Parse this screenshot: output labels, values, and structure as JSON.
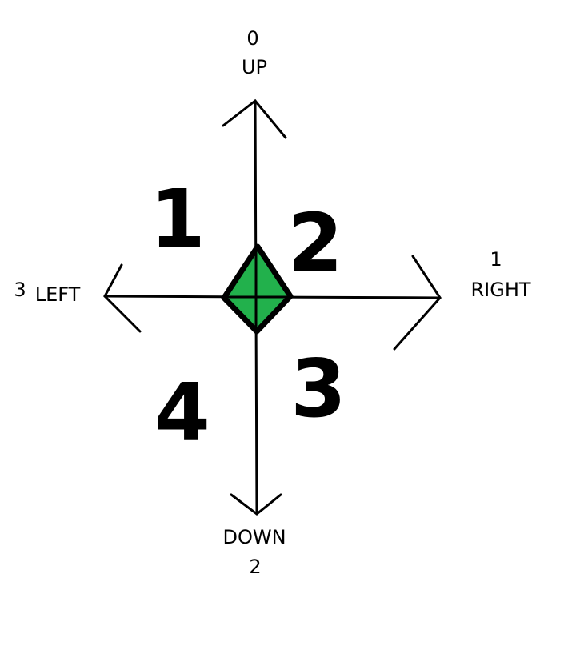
{
  "labels": {
    "up_number": "0",
    "up_word": "UP",
    "right_number": "1",
    "right_word": "RIGHT",
    "down_word": "DOWN",
    "down_number": "2",
    "left_number": "3",
    "left_word": "LEFT"
  },
  "quadrants": {
    "top_left": "1",
    "top_right": "2",
    "bottom_right": "3",
    "bottom_left": "4"
  },
  "colors": {
    "stroke": "#000000",
    "diamond_fill": "#22b14c",
    "background": "#ffffff"
  }
}
